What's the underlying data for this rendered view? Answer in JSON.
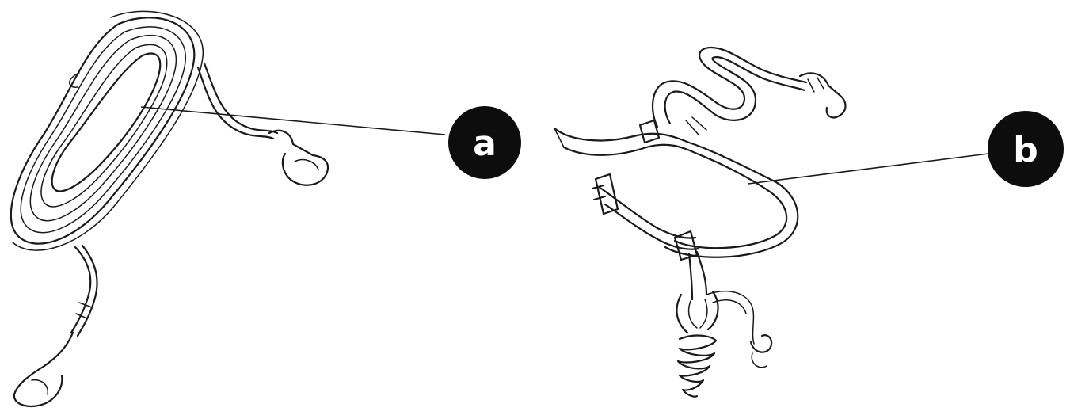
{
  "figure": {
    "items": [
      {
        "id": "a",
        "label": "a",
        "color": "#0d0d0d"
      },
      {
        "id": "b",
        "label": "b",
        "color": "#0d0d0d"
      }
    ]
  }
}
